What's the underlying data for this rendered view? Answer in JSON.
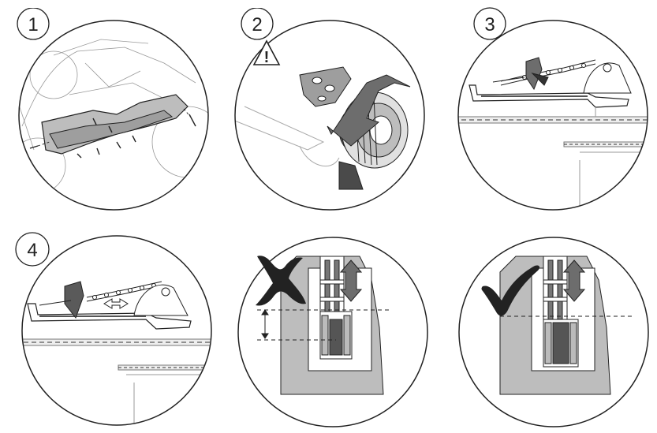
{
  "steps": [
    {
      "id": "p1",
      "number": "1",
      "icon": "bike-chain-guard-screws"
    },
    {
      "id": "p2",
      "number": "2",
      "icon": "warning-triangle-rotate-wheel"
    },
    {
      "id": "p3",
      "number": "3",
      "icon": "chain-tensioner-adjust"
    },
    {
      "id": "p4",
      "number": "4",
      "icon": "chain-tensioner-slide"
    },
    {
      "id": "p5",
      "number": "",
      "icon": "wrong-cross-icon"
    },
    {
      "id": "p6",
      "number": "",
      "icon": "correct-check-icon"
    }
  ],
  "warning": {
    "symbol": "!"
  },
  "colors": {
    "line": "#222222",
    "gray": "#bdbdbd",
    "dark": "#555555",
    "light": "#e6e6e6"
  }
}
